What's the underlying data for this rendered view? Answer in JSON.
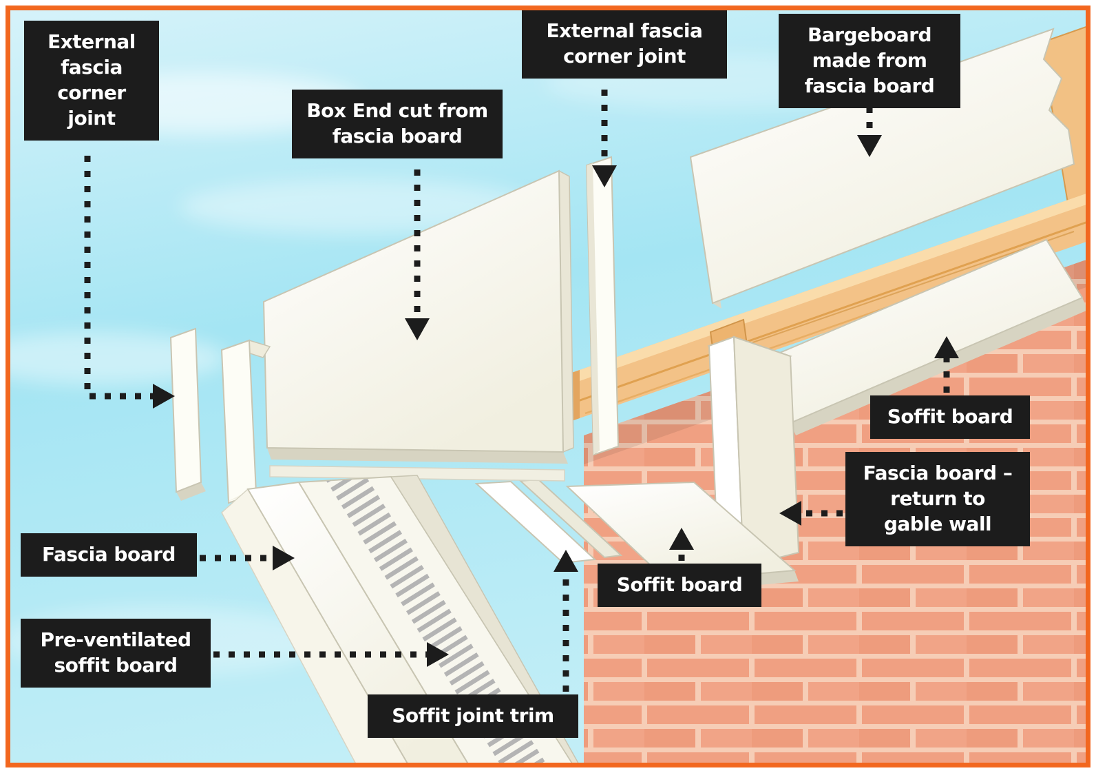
{
  "colors": {
    "border": "#f2671f",
    "label_bg": "#1c1c1c",
    "label_text": "#ffffff",
    "sky": "#a4e5f3",
    "brick": "#f0a082",
    "mortar": "#f6cdb6",
    "timber": "#f3c287",
    "board": "#f6f4e8",
    "vent_slot": "#b4b4b4"
  },
  "labels": {
    "ext_corner_left": "External\nfascia\ncorner\njoint",
    "box_end": "Box End cut from\nfascia board",
    "ext_corner_top": "External fascia\ncorner joint",
    "bargeboard": "Bargeboard\nmade from\nfascia board",
    "soffit_right": "Soffit board",
    "fascia_return": "Fascia board –\nreturn to\ngable wall",
    "fascia_board": "Fascia board",
    "pre_vent": "Pre-ventilated\nsoffit board",
    "soffit_joint_trim": "Soffit joint trim",
    "soffit_center": "Soffit board"
  }
}
